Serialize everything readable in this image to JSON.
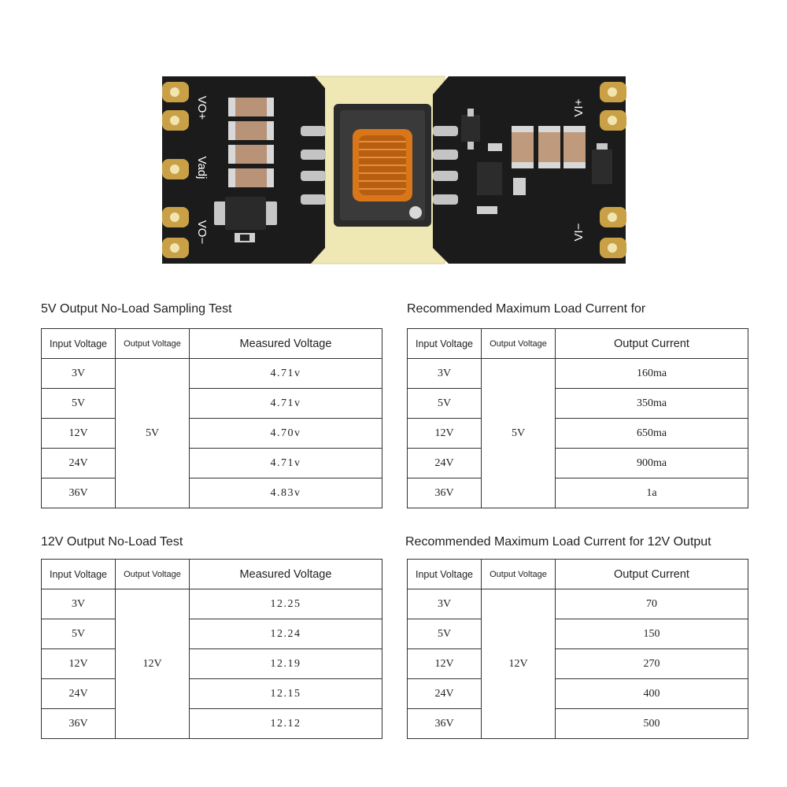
{
  "board": {
    "labels": {
      "vo_plus": "VO+",
      "vadj": "Vadj",
      "vo_minus": "VO−",
      "vi_plus": "VI+",
      "vi_minus": "VI−"
    },
    "colors": {
      "pcb": "#1b1b1b",
      "substrate": "#efe7b4",
      "copper": "#c9a046",
      "coil": "#d9761a",
      "capacitor": "#b99378"
    }
  },
  "tables": [
    {
      "title": "5V Output No-Load Sampling Test",
      "headers": [
        "Input Voltage",
        "Output Voltage",
        "Measured Voltage"
      ],
      "merged_value": "5V",
      "rows": [
        {
          "input": "3V",
          "value": "4.71v"
        },
        {
          "input": "5V",
          "value": "4.71v"
        },
        {
          "input": "12V",
          "value": "4.70v"
        },
        {
          "input": "24V",
          "value": "4.71v"
        },
        {
          "input": "36V",
          "value": "4.83v"
        }
      ]
    },
    {
      "title": "Recommended Maximum Load Current for",
      "headers": [
        "Input Voltage",
        "Output Voltage",
        "Output Current"
      ],
      "merged_value": "5V",
      "rows": [
        {
          "input": "3V",
          "value": "160ma"
        },
        {
          "input": "5V",
          "value": "350ma"
        },
        {
          "input": "12V",
          "value": "650ma"
        },
        {
          "input": "24V",
          "value": "900ma"
        },
        {
          "input": "36V",
          "value": "1a"
        }
      ]
    },
    {
      "title": "12V Output No-Load Test",
      "headers": [
        "Input Voltage",
        "Output Voltage",
        "Measured Voltage"
      ],
      "merged_value": "12V",
      "rows": [
        {
          "input": "3V",
          "value": "12.25"
        },
        {
          "input": "5V",
          "value": "12.24"
        },
        {
          "input": "12V",
          "value": "12.19"
        },
        {
          "input": "24V",
          "value": "12.15"
        },
        {
          "input": "36V",
          "value": "12.12"
        }
      ]
    },
    {
      "title": "Recommended Maximum Load Current for 12V Output",
      "headers": [
        "Input Voltage",
        "Output Voltage",
        "Output Current"
      ],
      "merged_value": "12V",
      "rows": [
        {
          "input": "3V",
          "value": "70"
        },
        {
          "input": "5V",
          "value": "150"
        },
        {
          "input": "12V",
          "value": "270"
        },
        {
          "input": "24V",
          "value": "400"
        },
        {
          "input": "36V",
          "value": "500"
        }
      ]
    }
  ]
}
